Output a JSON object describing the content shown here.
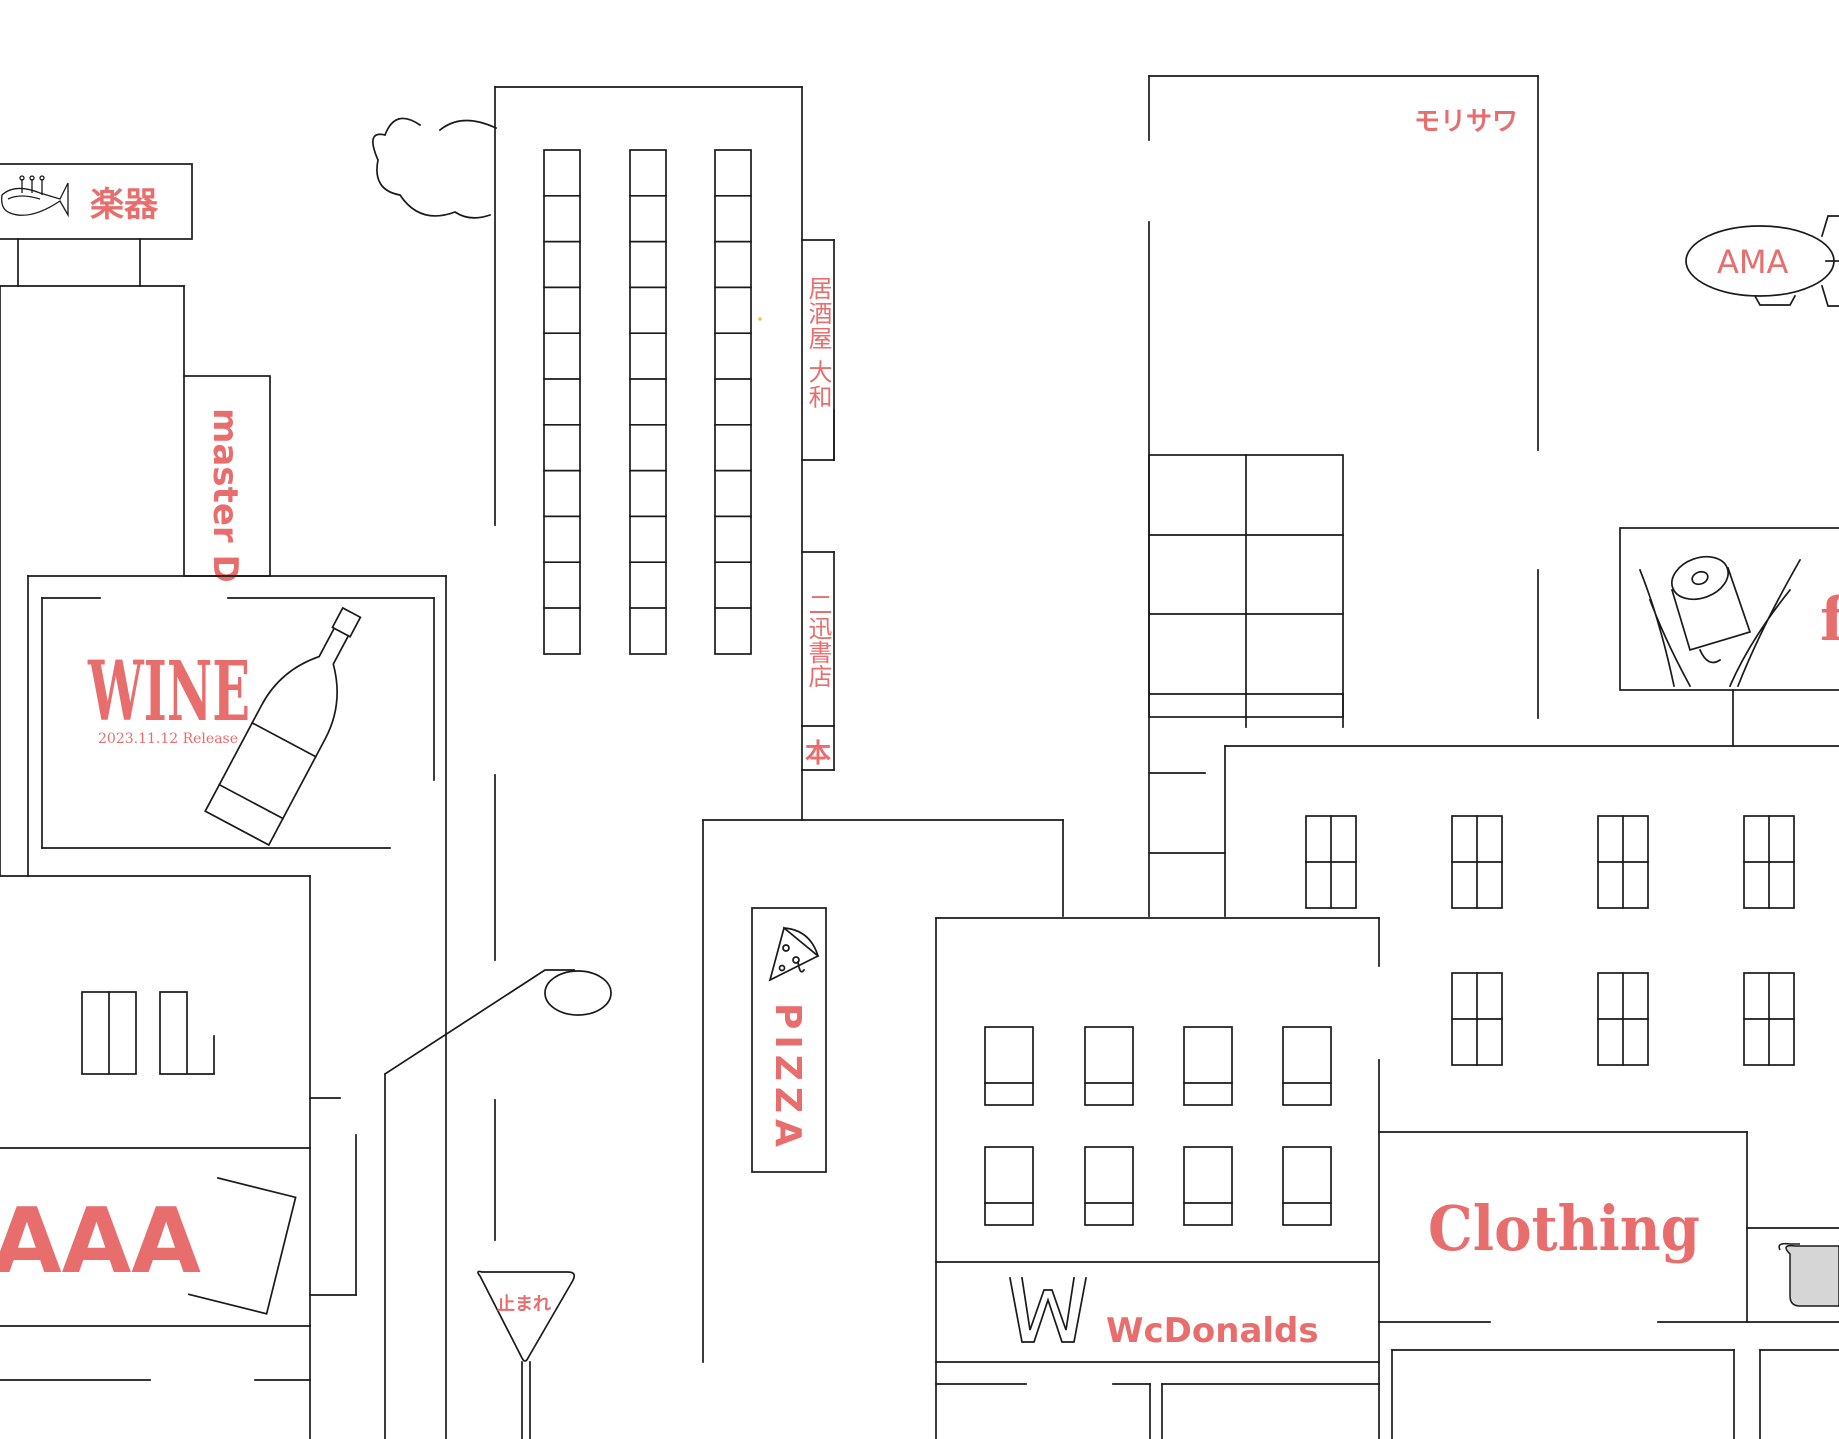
{
  "colors": {
    "ink": "#1a1a1a",
    "sign": "#e86e6e",
    "background": "#ffffff",
    "highlight": "#f3c23a"
  },
  "signs": {
    "gakki": "楽器",
    "master": "master D",
    "wine_title": "WINE",
    "wine_release": "2023.11.12  Release",
    "izakaya": "居酒屋 大和",
    "bookstore": "二迅書店",
    "book_kanji": "本",
    "morisawa": "モリサワ",
    "ama": "AMA",
    "pizza": "PIZZA",
    "aaa": "AAA",
    "stop": "止まれ",
    "wcdonalds": "WcDonalds",
    "clothing": "Clothing",
    "billboard_letter": "f"
  },
  "icons": [
    "trumpet-icon",
    "wine-bottle-icon",
    "pizza-slice-icon",
    "toilet-paper-icon",
    "bread-icon",
    "blimp-icon",
    "cloud-icon",
    "street-lamp-icon",
    "stop-sign-icon"
  ]
}
